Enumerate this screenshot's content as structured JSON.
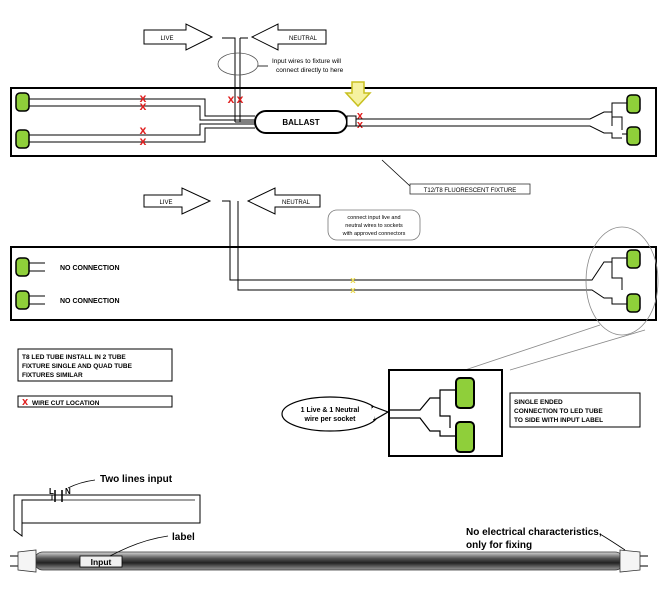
{
  "diagram1": {
    "live_label": "LIVE",
    "neutral_label": "NEUTRAL",
    "input_note_line1": "Input wires to fixture will",
    "input_note_line2": "connect directly to here",
    "ballast_label": "BALLAST",
    "fixture_label": "T12/T8 FLUORESCENT FIXTURE"
  },
  "diagram2": {
    "live_label": "LIVE",
    "neutral_label": "NEUTRAL",
    "connect_note_line1": "connect input live and",
    "connect_note_line2": "neutral wires to sockets",
    "connect_note_line3": "with approved connectors",
    "no_connection_1": "NO CONNECTION",
    "no_connection_2": "NO CONNECTION"
  },
  "legend": {
    "install_line1": "T8 LED TUBE INSTALL IN 2 TUBE",
    "install_line2": "FIXTURE SINGLE AND QUAD TUBE",
    "install_line3": "FIXTURES SIMILAR",
    "x_mark": "X",
    "wire_cut_label": "WIRE CUT LOCATION"
  },
  "detail": {
    "bubble_line1": "1 Live & 1 Neutral",
    "bubble_line2": "wire per socket",
    "single_line1": "SINGLE ENDED",
    "single_line2": "CONNECTION TO LED TUBE",
    "single_line3": "TO SIDE WITH INPUT LABEL"
  },
  "tube": {
    "two_lines_input": "Two lines input",
    "l_label": "L",
    "n_label": "N",
    "label_caption": "label",
    "input_label": "Input",
    "no_elec_line1": "No electrical characteristics,",
    "no_elec_line2": "only for fixing"
  },
  "colors": {
    "socket_green": "#8fcf3a",
    "cut_red": "#e02020",
    "arrow_yellow": "#e8e040"
  }
}
